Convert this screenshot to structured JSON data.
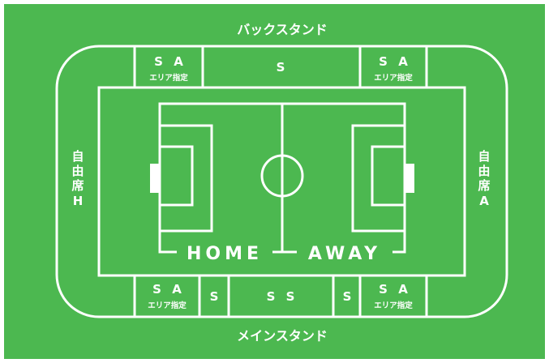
{
  "colors": {
    "field": "#4cb850",
    "line": "#ffffff"
  },
  "stands": {
    "back": "バックスタンド",
    "main": "メインスタンド",
    "left": [
      "自",
      "由",
      "席",
      "H"
    ],
    "right": [
      "自",
      "由",
      "席",
      "A"
    ]
  },
  "sections": {
    "top_left": {
      "main": "S A",
      "sub": "エリア指定"
    },
    "top_center": "S",
    "top_right": {
      "main": "S A",
      "sub": "エリア指定"
    },
    "bottom_left": {
      "main": "S A",
      "sub": "エリア指定"
    },
    "bottom_left_s": "S",
    "bottom_center": "S S",
    "bottom_right_s": "S",
    "bottom_right": {
      "main": "S A",
      "sub": "エリア指定"
    }
  },
  "pitch": {
    "home": "HOME",
    "away": "AWAY"
  }
}
